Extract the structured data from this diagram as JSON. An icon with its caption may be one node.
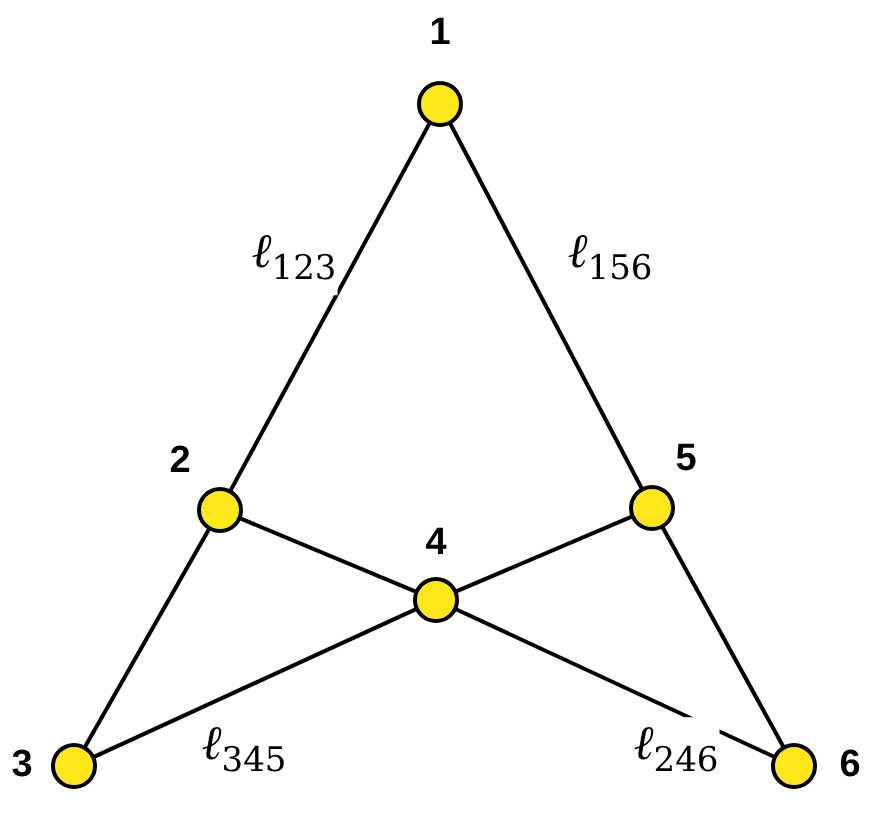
{
  "diagram": {
    "nodes": [
      {
        "text": [],
        "shape": "circle",
        "beside": [
          "1"
        ]
      },
      {
        "text": [],
        "shape": "circle",
        "beside": [
          "2"
        ]
      },
      {
        "text": [],
        "shape": "circle",
        "beside": [
          "3"
        ]
      },
      {
        "text": [],
        "shape": "circle",
        "beside": [
          "4"
        ]
      },
      {
        "text": [],
        "shape": "circle",
        "beside": [
          "5"
        ]
      },
      {
        "text": [],
        "shape": "circle",
        "beside": [
          "6"
        ]
      }
    ],
    "edges": [
      {
        "from": 0,
        "to": 1,
        "arrow": "none",
        "label": "ℓ$_{123}$"
      },
      {
        "from": 1,
        "to": 2,
        "arrow": "none"
      },
      {
        "from": 0,
        "to": 4,
        "arrow": "none",
        "label": "ℓ$_{156}$"
      },
      {
        "from": 4,
        "to": 5,
        "arrow": "none"
      },
      {
        "from": 1,
        "to": 3,
        "arrow": "none"
      },
      {
        "from": 3,
        "to": 5,
        "arrow": "none",
        "label": "ℓ$_{246}$"
      },
      {
        "from": 2,
        "to": 3,
        "arrow": "none",
        "label": "ℓ$_{345}$"
      },
      {
        "from": 3,
        "to": 4,
        "arrow": "none"
      }
    ]
  }
}
